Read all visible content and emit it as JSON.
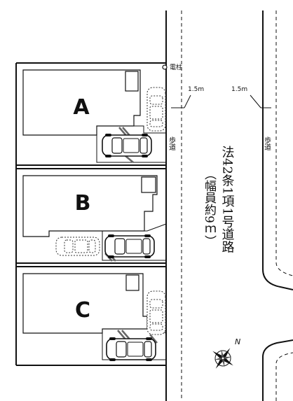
{
  "lots": [
    {
      "letter": "A"
    },
    {
      "letter": "B"
    },
    {
      "letter": "C"
    }
  ],
  "labels": {
    "utility_pole": "電柱",
    "width_left": "1.5m",
    "width_right": "1.5m",
    "sidewalk_left": "歩道",
    "sidewalk_right": "歩道",
    "compass": "N"
  },
  "road": {
    "line1": "法42条1項1号道路",
    "line2": "（幅員約9ｍ）"
  }
}
